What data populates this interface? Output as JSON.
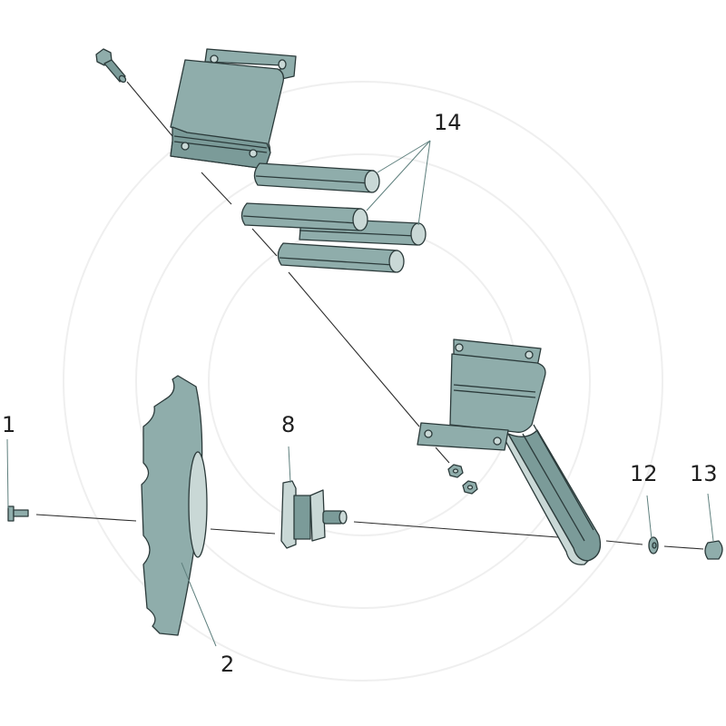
{
  "diagram": {
    "type": "exploded-parts-view",
    "colors": {
      "part_fill": "#8fadab",
      "part_fill_dark": "#7b9b99",
      "part_highlight": "#c9d8d6",
      "outline": "#2b3a3a",
      "leader_line": "#5f807e",
      "label_text": "#1f1f1f",
      "background": "#ffffff"
    },
    "callouts": [
      {
        "id": "1",
        "label": "1",
        "part": "hex-bolt-small"
      },
      {
        "id": "2",
        "label": "2",
        "part": "notched-disc-blade"
      },
      {
        "id": "8",
        "label": "8",
        "part": "hub-bearing-assembly"
      },
      {
        "id": "12",
        "label": "12",
        "part": "washer"
      },
      {
        "id": "13",
        "label": "13",
        "part": "cap-nut"
      },
      {
        "id": "14",
        "label": "14",
        "part": "spacer-pins"
      }
    ]
  }
}
